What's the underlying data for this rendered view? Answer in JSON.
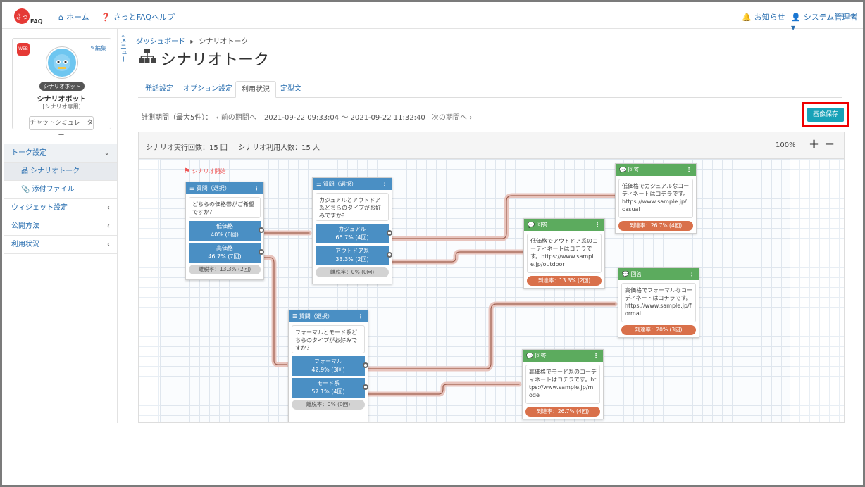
{
  "topnav": {
    "logo_text": "さっとFAQ",
    "home": "ホーム",
    "help": "さっとFAQヘルプ",
    "notice": "お知らせ",
    "user": "システム管理者"
  },
  "sidebar": {
    "menu_toggle": "メニュー",
    "profile": {
      "edit": "編集",
      "badge": "シナリオボット",
      "name": "シナリオボット",
      "sub": "[シナリオ専用]",
      "simulator": "チャットシミュレーター"
    },
    "items": [
      {
        "label": "トーク設定"
      },
      {
        "label": "シナリオトーク"
      },
      {
        "label": "添付ファイル"
      },
      {
        "label": "ウィジェット設定"
      },
      {
        "label": "公開方法"
      },
      {
        "label": "利用状況"
      }
    ]
  },
  "breadcrumb": {
    "root": "ダッシュボード",
    "sep": "▸",
    "current": "シナリオトーク"
  },
  "page_title": "シナリオトーク",
  "tabs": [
    {
      "label": "発話設定"
    },
    {
      "label": "オプション設定"
    },
    {
      "label": "利用状況"
    },
    {
      "label": "定型文"
    }
  ],
  "period": {
    "label": "計測期間（最大5件）：",
    "prev": "‹ 前の期間へ",
    "range": "2021-09-22 09:33:04 〜 2021-09-22 11:32:40",
    "next": "次の期間へ ›"
  },
  "save_button": "画像保存",
  "stats": {
    "runs": "シナリオ実行回数：15 回",
    "users": "シナリオ利用人数：15 人",
    "zoom": "100%",
    "zoom_in": "+",
    "zoom_out": "−"
  },
  "flow": {
    "start": "シナリオ開始",
    "q1": {
      "header": "質問（選択）",
      "text": "どちらの価格帯がご希望ですか？",
      "opts": [
        {
          "label": "低価格",
          "stat": "40% (6回)"
        },
        {
          "label": "高価格",
          "stat": "46.7% (7回)"
        }
      ],
      "drop": "離脱率：13.3% (2回)"
    },
    "q2": {
      "header": "質問（選択）",
      "text": "カジュアルとアウトドア系どちらのタイプがお好みですか？",
      "opts": [
        {
          "label": "カジュアル",
          "stat": "66.7% (4回)"
        },
        {
          "label": "アウトドア系",
          "stat": "33.3% (2回)"
        }
      ],
      "drop": "離脱率：0% (0回)"
    },
    "q3": {
      "header": "質問（選択）",
      "text": "フォーマルとモード系どちらのタイプがお好みですか？",
      "opts": [
        {
          "label": "フォーマル",
          "stat": "42.9% (3回)"
        },
        {
          "label": "モード系",
          "stat": "57.1% (4回)"
        }
      ],
      "drop": "離脱率：0% (0回)"
    },
    "a1": {
      "header": "回答",
      "text": "低価格でカジュアルなコーディネートはコチラです。https://www.sample.jp/casual",
      "reach": "到達率：26.7% (4回)"
    },
    "a2": {
      "header": "回答",
      "text": "低価格でアウトドア系のコーディネートはコチラです。https://www.sample.jp/outdoor",
      "reach": "到達率：13.3% (2回)"
    },
    "a3": {
      "header": "回答",
      "text": "高価格でフォーマルなコーディネートはコチラです。https://www.sample.jp/formal",
      "reach": "到達率：20% (3回)"
    },
    "a4": {
      "header": "回答",
      "text": "高価格でモード系のコーディネートはコチラです。https://www.sample.jp/mode",
      "reach": "到達率：26.7% (4回)"
    }
  },
  "colors": {
    "accent": "#17a2b8",
    "question": "#4a8fc4",
    "answer": "#5cab5e",
    "reach": "#d9704a",
    "highlight": "#ee0000"
  }
}
